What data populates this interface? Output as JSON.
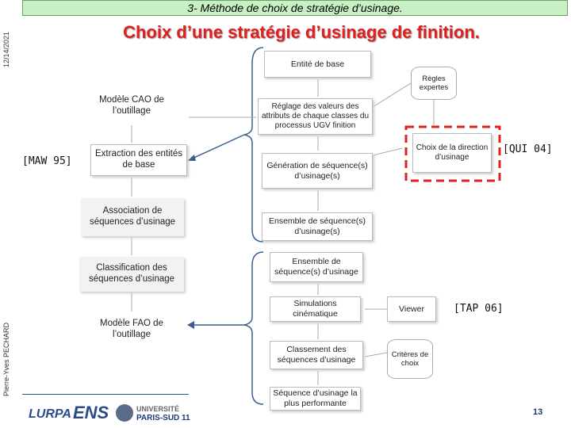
{
  "header": {
    "title": "3- Méthode de choix de stratégie d’usinage."
  },
  "side": {
    "date": "12/14/2021",
    "author": "Pierre-Yves PECHARD"
  },
  "slide_title": "Choix d’une stratégie d’usinage de finition.",
  "left_boxes": {
    "cao": "Modèle CAO de l’outillage",
    "extraction": "Extraction des entités de base",
    "association": "Association de séquences d’usinage",
    "classification": "Classification des séquences d’usinage",
    "fao": "Modèle FAO de l’outillage"
  },
  "center_boxes": {
    "entite": "Entité de base",
    "reglage": "Réglage des valeurs des attributs de chaque classes du processus UGV finition",
    "generation": "Génération de séquence(s) d’usinage(s)",
    "ensemble1": "Ensemble de séquence(s) d’usinage(s)",
    "ensemble2": "Ensemble de séquence(s) d’usinage",
    "simulations": "Simulations cinématique",
    "classement": "Classement des séquences d’usinage",
    "sequence": "Séquence d’usinage la plus performante"
  },
  "right_boxes": {
    "regles": "Règles expertes",
    "choix": "Choix de la direction d’usinage",
    "viewer": "Viewer",
    "criteres": "Critères de choix"
  },
  "refs": {
    "maw": "[MAW 95]",
    "qui": "[QUI 04]",
    "tap": "[TAP 06]"
  },
  "footer": {
    "logo1": "LURPA",
    "logo2": "ENS",
    "univ_line1": "UNIVERSITÉ",
    "univ_line2": "PARIS-SUD 11",
    "page_number": "13"
  },
  "colors": {
    "title": "#e02020",
    "header_bg": "#c9f0c4",
    "highlight": "#e02020",
    "connector": "#3a5f8f"
  }
}
